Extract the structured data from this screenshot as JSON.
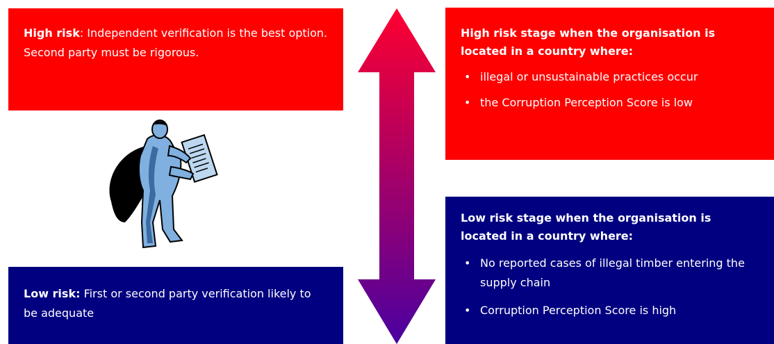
{
  "high_risk_box": {
    "label": "High risk",
    "text": ": Independent verification is the best option. Second party must be rigorous.",
    "color": "#ff0000"
  },
  "low_risk_box": {
    "label": "Low risk:",
    "text": " First or second party verification likely to be adequate",
    "color": "#000080"
  },
  "high_risk_stage": {
    "heading": "High risk stage when the organisation is located in a country where:",
    "items": [
      "illegal or unsustainable practices occur",
      "the Corruption Perception Score is low"
    ]
  },
  "low_risk_stage": {
    "heading": "Low risk stage when the organisation is located in a country where:",
    "items": [
      "No reported cases of illegal timber entering the supply chain",
      "Corruption Perception Score is high"
    ]
  },
  "arrow": {
    "gradient_top": "#ff0030",
    "gradient_bottom": "#4a00a0"
  },
  "illustration": {
    "icon": "inspector-clipboard-icon"
  }
}
